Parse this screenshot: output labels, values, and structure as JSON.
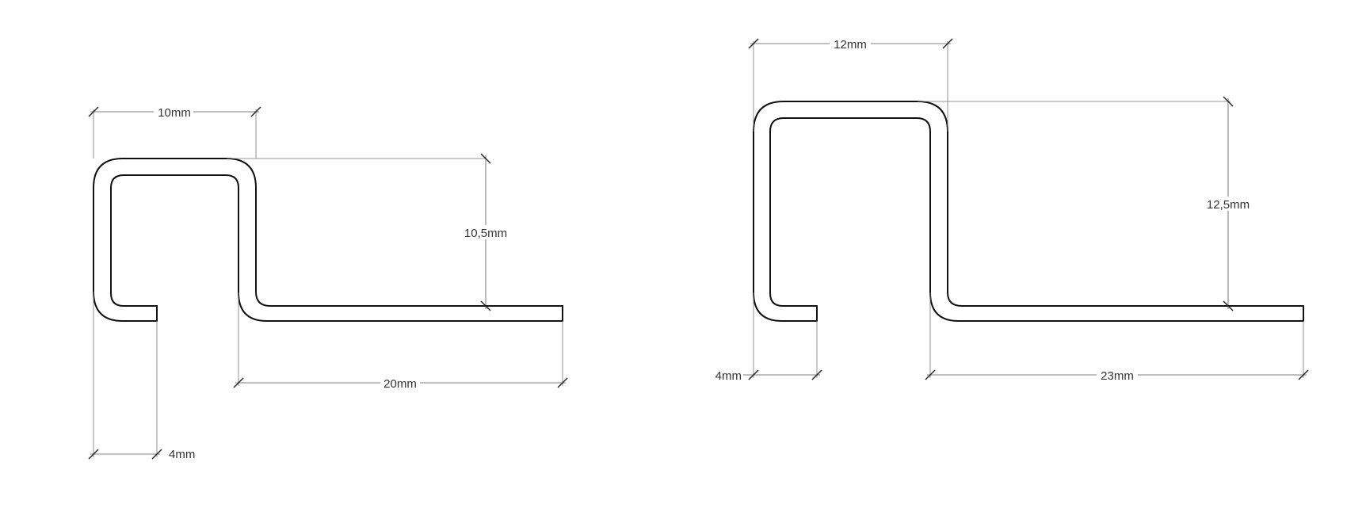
{
  "diagram": {
    "profiles": [
      {
        "id": "profile-left",
        "dimensions": {
          "top_width": "10mm",
          "height": "10,5mm",
          "flange_width": "20mm",
          "lip_width": "4mm"
        }
      },
      {
        "id": "profile-right",
        "dimensions": {
          "top_width": "12mm",
          "height": "12,5mm",
          "flange_width": "23mm",
          "lip_width": "4mm"
        }
      }
    ]
  },
  "colors": {
    "outline": "#111111",
    "dimension_line": "#555555",
    "background": "#ffffff"
  }
}
